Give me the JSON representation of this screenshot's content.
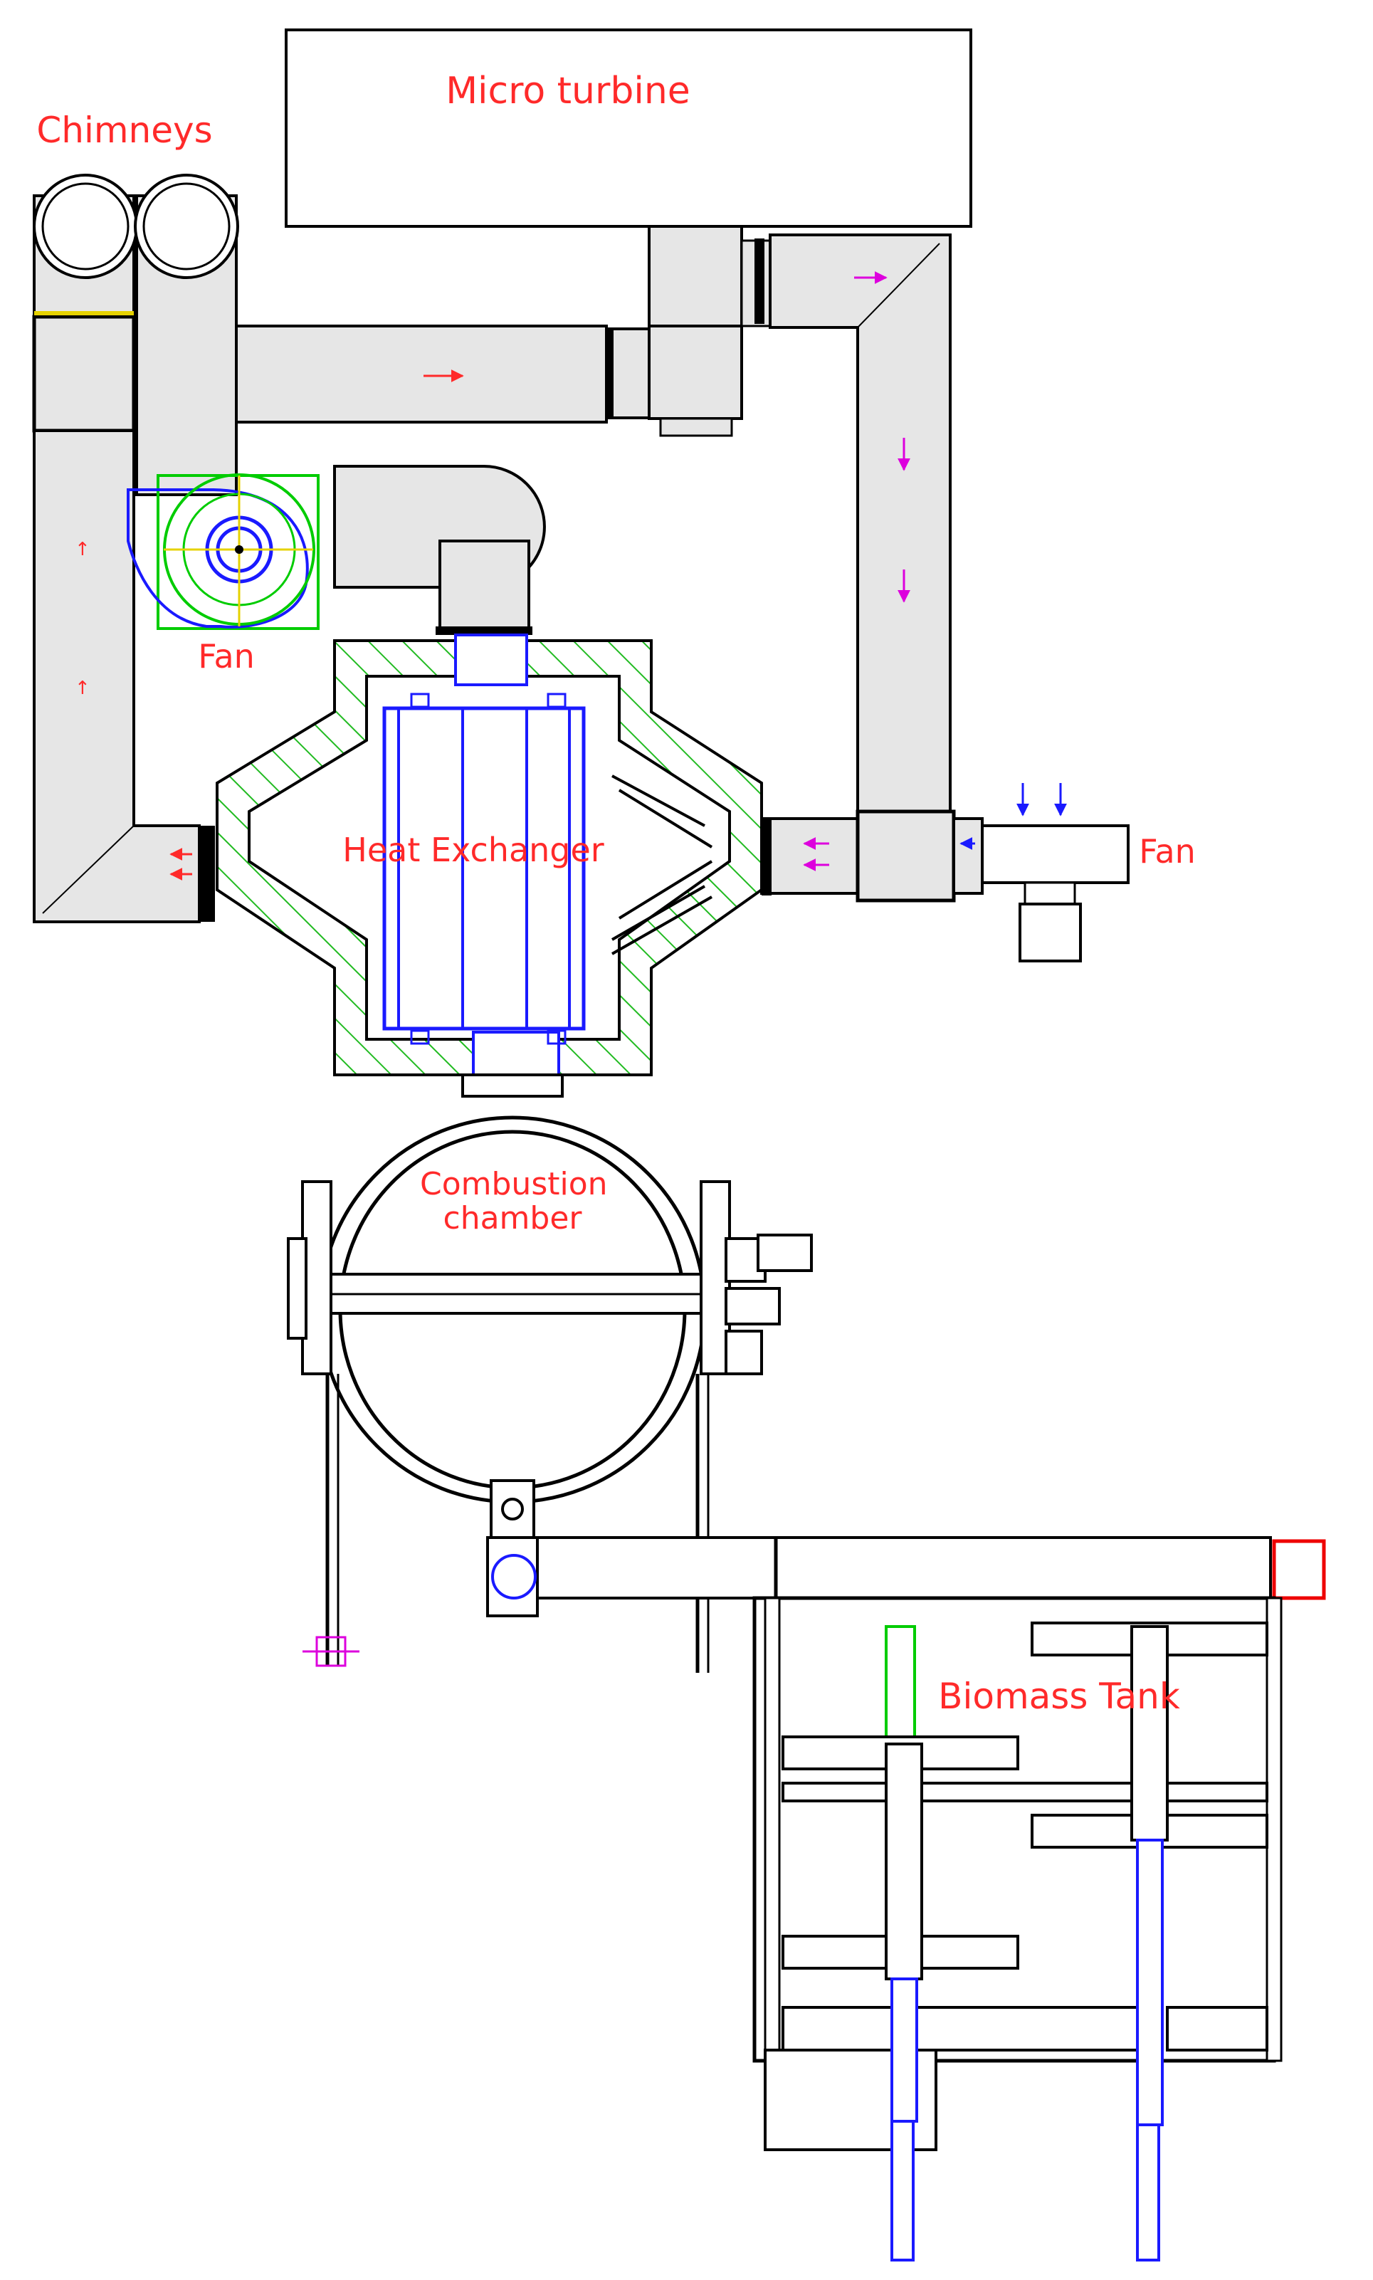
{
  "labels": {
    "micro_turbine": "Micro turbine",
    "chimneys": "Chimneys",
    "fan_left": "Fan",
    "fan_right": "Fan",
    "heat_exchanger": "Heat Exchanger",
    "combustion_chamber": "Combustion\nchamber",
    "biomass_tank": "Biomass Tank"
  },
  "colors": {
    "label_text": "#ff2a2a",
    "structure": "#000000",
    "duct_fill": "#e6e6e6",
    "hatch": "#22bb22",
    "exchanger_tubes": "#1a1aff",
    "fan_housing": "#00cc00",
    "flow_arrow_red": "#ff2a2a",
    "flow_arrow_magenta": "#dd00dd",
    "flow_arrow_blue": "#1a1aff",
    "flange_yellow": "#e6d200",
    "tank_feed_green": "#00cc00",
    "valve_red": "#ee0000"
  }
}
